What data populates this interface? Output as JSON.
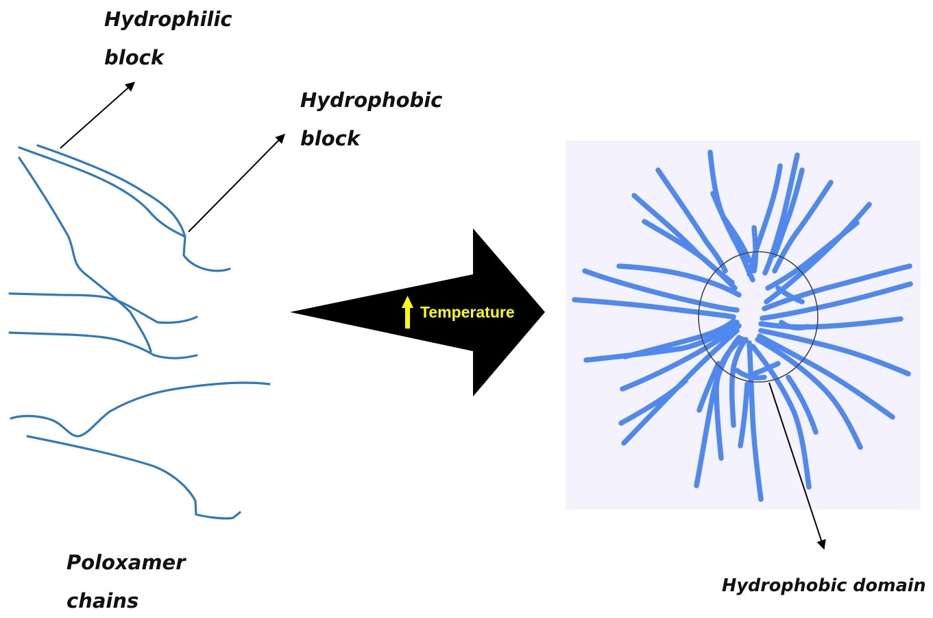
{
  "labels": {
    "hydrophilic_line1": "Hydrophilic",
    "hydrophilic_line2": "block",
    "hydrophobic_line1": "Hydrophobic",
    "hydrophobic_line2": "block",
    "poloxamer_line1": "Poloxamer",
    "poloxamer_line2": "chains",
    "temperature": "Temperature",
    "domain": "Hydrophobic domain"
  },
  "colors": {
    "chain": "#2f78bd",
    "micelle_chain": "#4f88ee",
    "micelle_bg": "#f3f2fd",
    "arrow": "#000000",
    "temperature": "#ffff00",
    "text": "#111111"
  }
}
